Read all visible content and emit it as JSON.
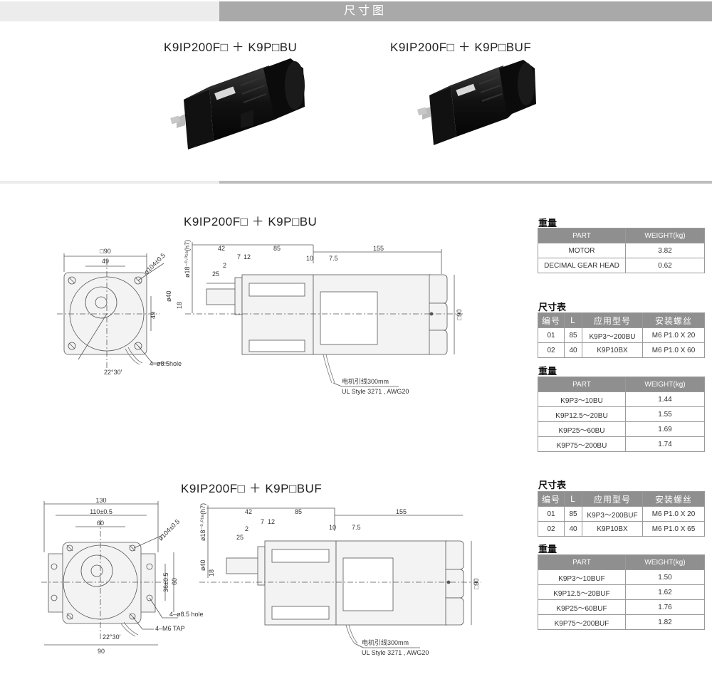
{
  "header": {
    "title": "尺寸图"
  },
  "products": {
    "bu": {
      "title": "K9IP200F□ ＋ K9P□BU"
    },
    "buf": {
      "title": "K9IP200F□ ＋ K9P□BUF"
    }
  },
  "drawing_bu": {
    "title": "K9IP200F□ ＋ K9P□BU",
    "front_top": "□90",
    "front_inner": "49",
    "front_right": "49",
    "front_diam": "ø104±0.5",
    "front_hole": "4–ø8.5hole",
    "front_angle": "22°30′",
    "shaft_d18": "ø18⁻⁰⋅⁰¹⁸(h7)",
    "side_42": "42",
    "side_85": "85",
    "side_155": "155",
    "side_7": "7",
    "side_12": "12",
    "side_2": "2",
    "side_25": "25",
    "side_10": "10",
    "side_75": "7.5",
    "side_d40": "ø40",
    "side_18": "18",
    "side_90": "□90",
    "lead_cn": "电机引线300mm",
    "lead_en": "UL Style 3271 , AWG20"
  },
  "drawing_buf": {
    "title": "K9IP200F□ ＋ K9P□BUF",
    "front_130": "130",
    "front_110": "110±0.5",
    "front_60": "60",
    "front_diam": "ø104±0.5",
    "front_36": "36±0.5",
    "front_60r": "60",
    "front_hole": "4–ø8.5  hole",
    "front_tap": "4–M6 TAP",
    "front_angle": "22°30′",
    "front_90": "90",
    "shaft_d18": "ø18⁻⁰⋅⁰¹⁸(h7)",
    "side_42": "42",
    "side_85": "85",
    "side_155": "155",
    "side_7": "7",
    "side_12": "12",
    "side_2": "2",
    "side_25": "25",
    "side_10": "10",
    "side_75": "7.5",
    "side_d40": "ø40",
    "side_18": "18",
    "side_90": "□90",
    "lead_cn": "电机引线300mm",
    "lead_en": "UL Style 3271 , AWG20"
  },
  "tables": {
    "motor_weight": {
      "label": "重量",
      "headers": [
        "PART",
        "WEIGHT(kg)"
      ],
      "rows": [
        [
          "MOTOR",
          "3.82"
        ],
        [
          "DECIMAL GEAR HEAD",
          "0.62"
        ]
      ]
    },
    "bu_dim": {
      "label": "尺寸表",
      "headers": [
        "编号",
        "L",
        "应用型号",
        "安装螺丝"
      ],
      "rows": [
        [
          "01",
          "85",
          "K9P3～200BU",
          "M6 P1.0 X 20"
        ],
        [
          "02",
          "40",
          "K9P10BX",
          "M6 P1.0 X 60"
        ]
      ]
    },
    "bu_weight": {
      "label": "重量",
      "headers": [
        "PART",
        "WEIGHT(kg)"
      ],
      "rows": [
        [
          "K9P3～10BU",
          "1.44"
        ],
        [
          "K9P12.5～20BU",
          "1.55"
        ],
        [
          "K9P25～60BU",
          "1.69"
        ],
        [
          "K9P75～200BU",
          "1.74"
        ]
      ]
    },
    "buf_dim": {
      "label": "尺寸表",
      "headers": [
        "编号",
        "L",
        "应用型号",
        "安装螺丝"
      ],
      "rows": [
        [
          "01",
          "85",
          "K9P3～200BUF",
          "M6 P1.0 X 20"
        ],
        [
          "02",
          "40",
          "K9P10BX",
          "M6 P1.0 X 65"
        ]
      ]
    },
    "buf_weight": {
      "label": "重量",
      "headers": [
        "PART",
        "WEIGHT(kg)"
      ],
      "rows": [
        [
          "K9P3～10BUF",
          "1.50"
        ],
        [
          "K9P12.5～20BUF",
          "1.62"
        ],
        [
          "K9P25～60BUF",
          "1.76"
        ],
        [
          "K9P75～200BUF",
          "1.82"
        ]
      ]
    }
  }
}
